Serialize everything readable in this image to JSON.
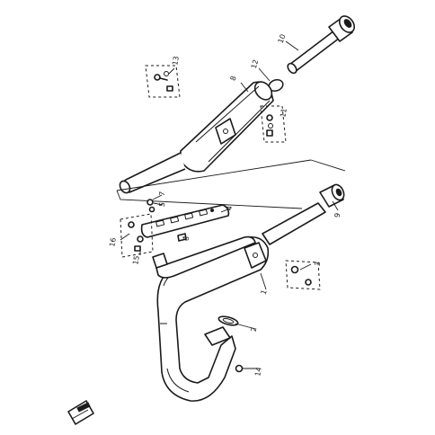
{
  "callouts": [
    {
      "id": "c1",
      "label": "1"
    },
    {
      "id": "c2",
      "label": "2"
    },
    {
      "id": "c3",
      "label": "3"
    },
    {
      "id": "c4",
      "label": "4"
    },
    {
      "id": "c5",
      "label": "5"
    },
    {
      "id": "c6",
      "label": "6"
    },
    {
      "id": "c7",
      "label": "7"
    },
    {
      "id": "c8",
      "label": "8"
    },
    {
      "id": "c9",
      "label": "9"
    },
    {
      "id": "c10",
      "label": "10"
    },
    {
      "id": "c11",
      "label": "11"
    },
    {
      "id": "c12",
      "label": "12"
    },
    {
      "id": "c13",
      "label": "13"
    },
    {
      "id": "c14",
      "label": "14"
    },
    {
      "id": "c15",
      "label": "15"
    },
    {
      "id": "c16",
      "label": "16"
    }
  ],
  "colors": {
    "ink": "#1a1a1a",
    "background": "#ffffff"
  }
}
